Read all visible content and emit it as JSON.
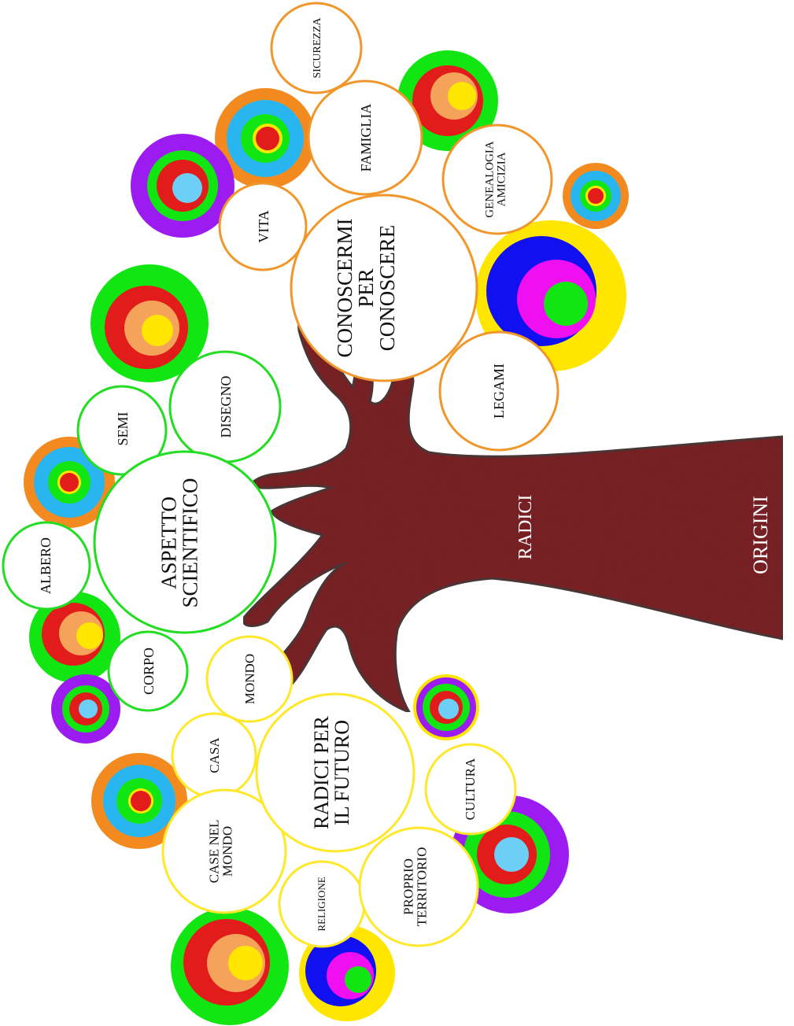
{
  "colors": {
    "trunk": "#7a2426",
    "trunk_edge": "#3a3a3a",
    "green_branch": "#22dd22",
    "orange_branch": "#f0962a",
    "yellow_branch": "#ffe82a",
    "orange": "#f28a1f",
    "green": "#12e612",
    "red": "#e21b1b",
    "cyan": "#29b6f0",
    "light_blue": "#6ecff6",
    "purple": "#9b1bf0",
    "yellow": "#ffe600",
    "peach": "#f5a35b",
    "blue": "#1010f0",
    "magenta": "#f00ff0"
  },
  "tree": {
    "root_label": "ORIGINI",
    "trunk_label": "RADICI"
  },
  "branches": {
    "scientific": {
      "center": "ASPETTO\nSCIENTIFICO",
      "leaves": [
        "ALBERO",
        "SEMI",
        "DISEGNO",
        "CORPO"
      ]
    },
    "self": {
      "center": "CONOSCERMI\nPER\nCONOSCERE",
      "leaves": [
        "VITA",
        "FAMIGLIA",
        "SICUREZZA",
        "GENEALOGIA\nAMICIZIA",
        "LEGAMI"
      ]
    },
    "future": {
      "center": "RADICI PER\nIL FUTURO",
      "leaves": [
        "MONDO",
        "CASA",
        "CASE NEL\nMONDO",
        "RELIGIONE",
        "PROPRIO\nTERRITORIO",
        "CULTURA"
      ]
    }
  }
}
